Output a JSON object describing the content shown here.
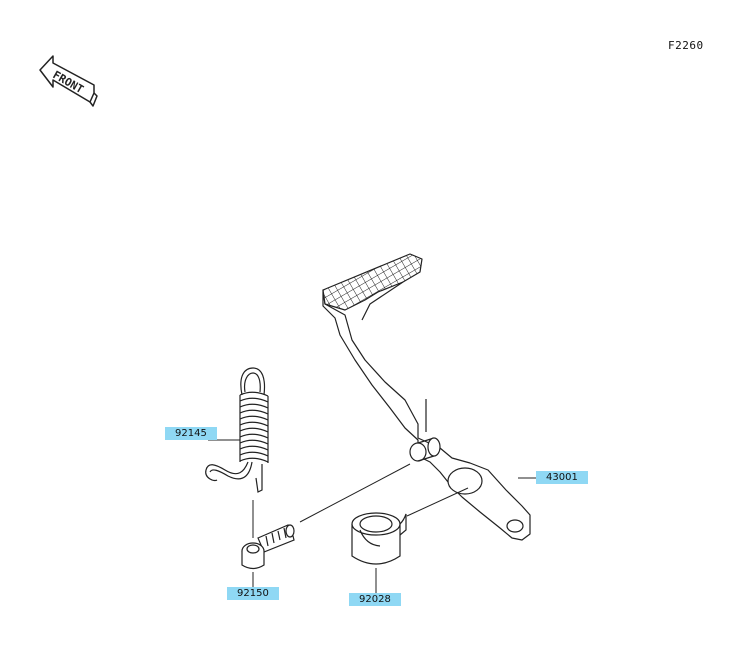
{
  "diagram": {
    "page_code": "F2260",
    "direction_indicator": "FRONT",
    "parts": [
      {
        "number": "92145"
      },
      {
        "number": "43001"
      },
      {
        "number": "92150"
      },
      {
        "number": "92028"
      }
    ]
  }
}
